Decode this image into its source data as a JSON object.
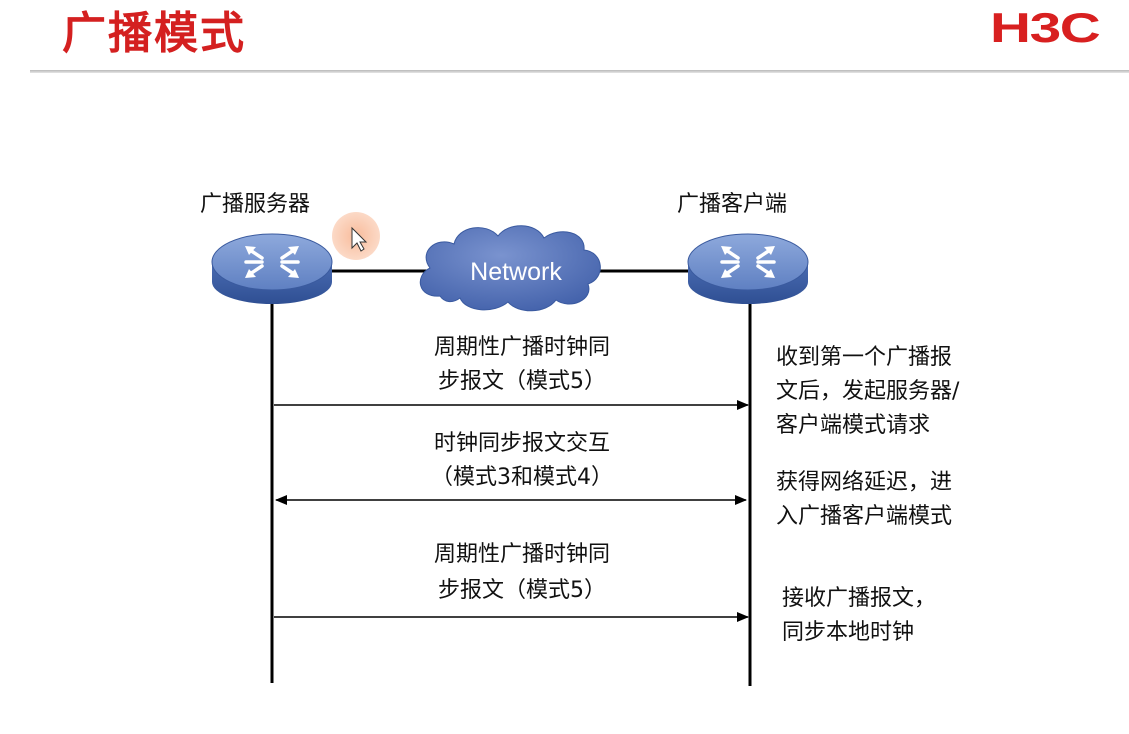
{
  "slide": {
    "title": "广播模式",
    "logo": "H3C"
  },
  "nodes": {
    "server_label": "广播服务器",
    "client_label": "广播客户端",
    "network_label": "Network"
  },
  "messages": [
    {
      "line1": "周期性广播时钟同",
      "line2": "步报文（模式5）"
    },
    {
      "line1": "时钟同步报文交互",
      "line2": "（模式3和模式4）"
    },
    {
      "line1": "周期性广播时钟同",
      "line2": "步报文（模式5）"
    }
  ],
  "notes": [
    {
      "line1": "收到第一个广播报",
      "line2": "文后，发起服务器/",
      "line3": "客户端模式请求"
    },
    {
      "line1": "获得网络延迟，进",
      "line2": "入广播客户端模式"
    },
    {
      "line1": "接收广播报文，",
      "line2": "同步本地时钟"
    }
  ],
  "colors": {
    "title": "#d42020",
    "logo": "#d82020",
    "router_top": "#6f8fc9",
    "router_side": "#3d5fa6",
    "cloud": "#4f6fb8"
  }
}
